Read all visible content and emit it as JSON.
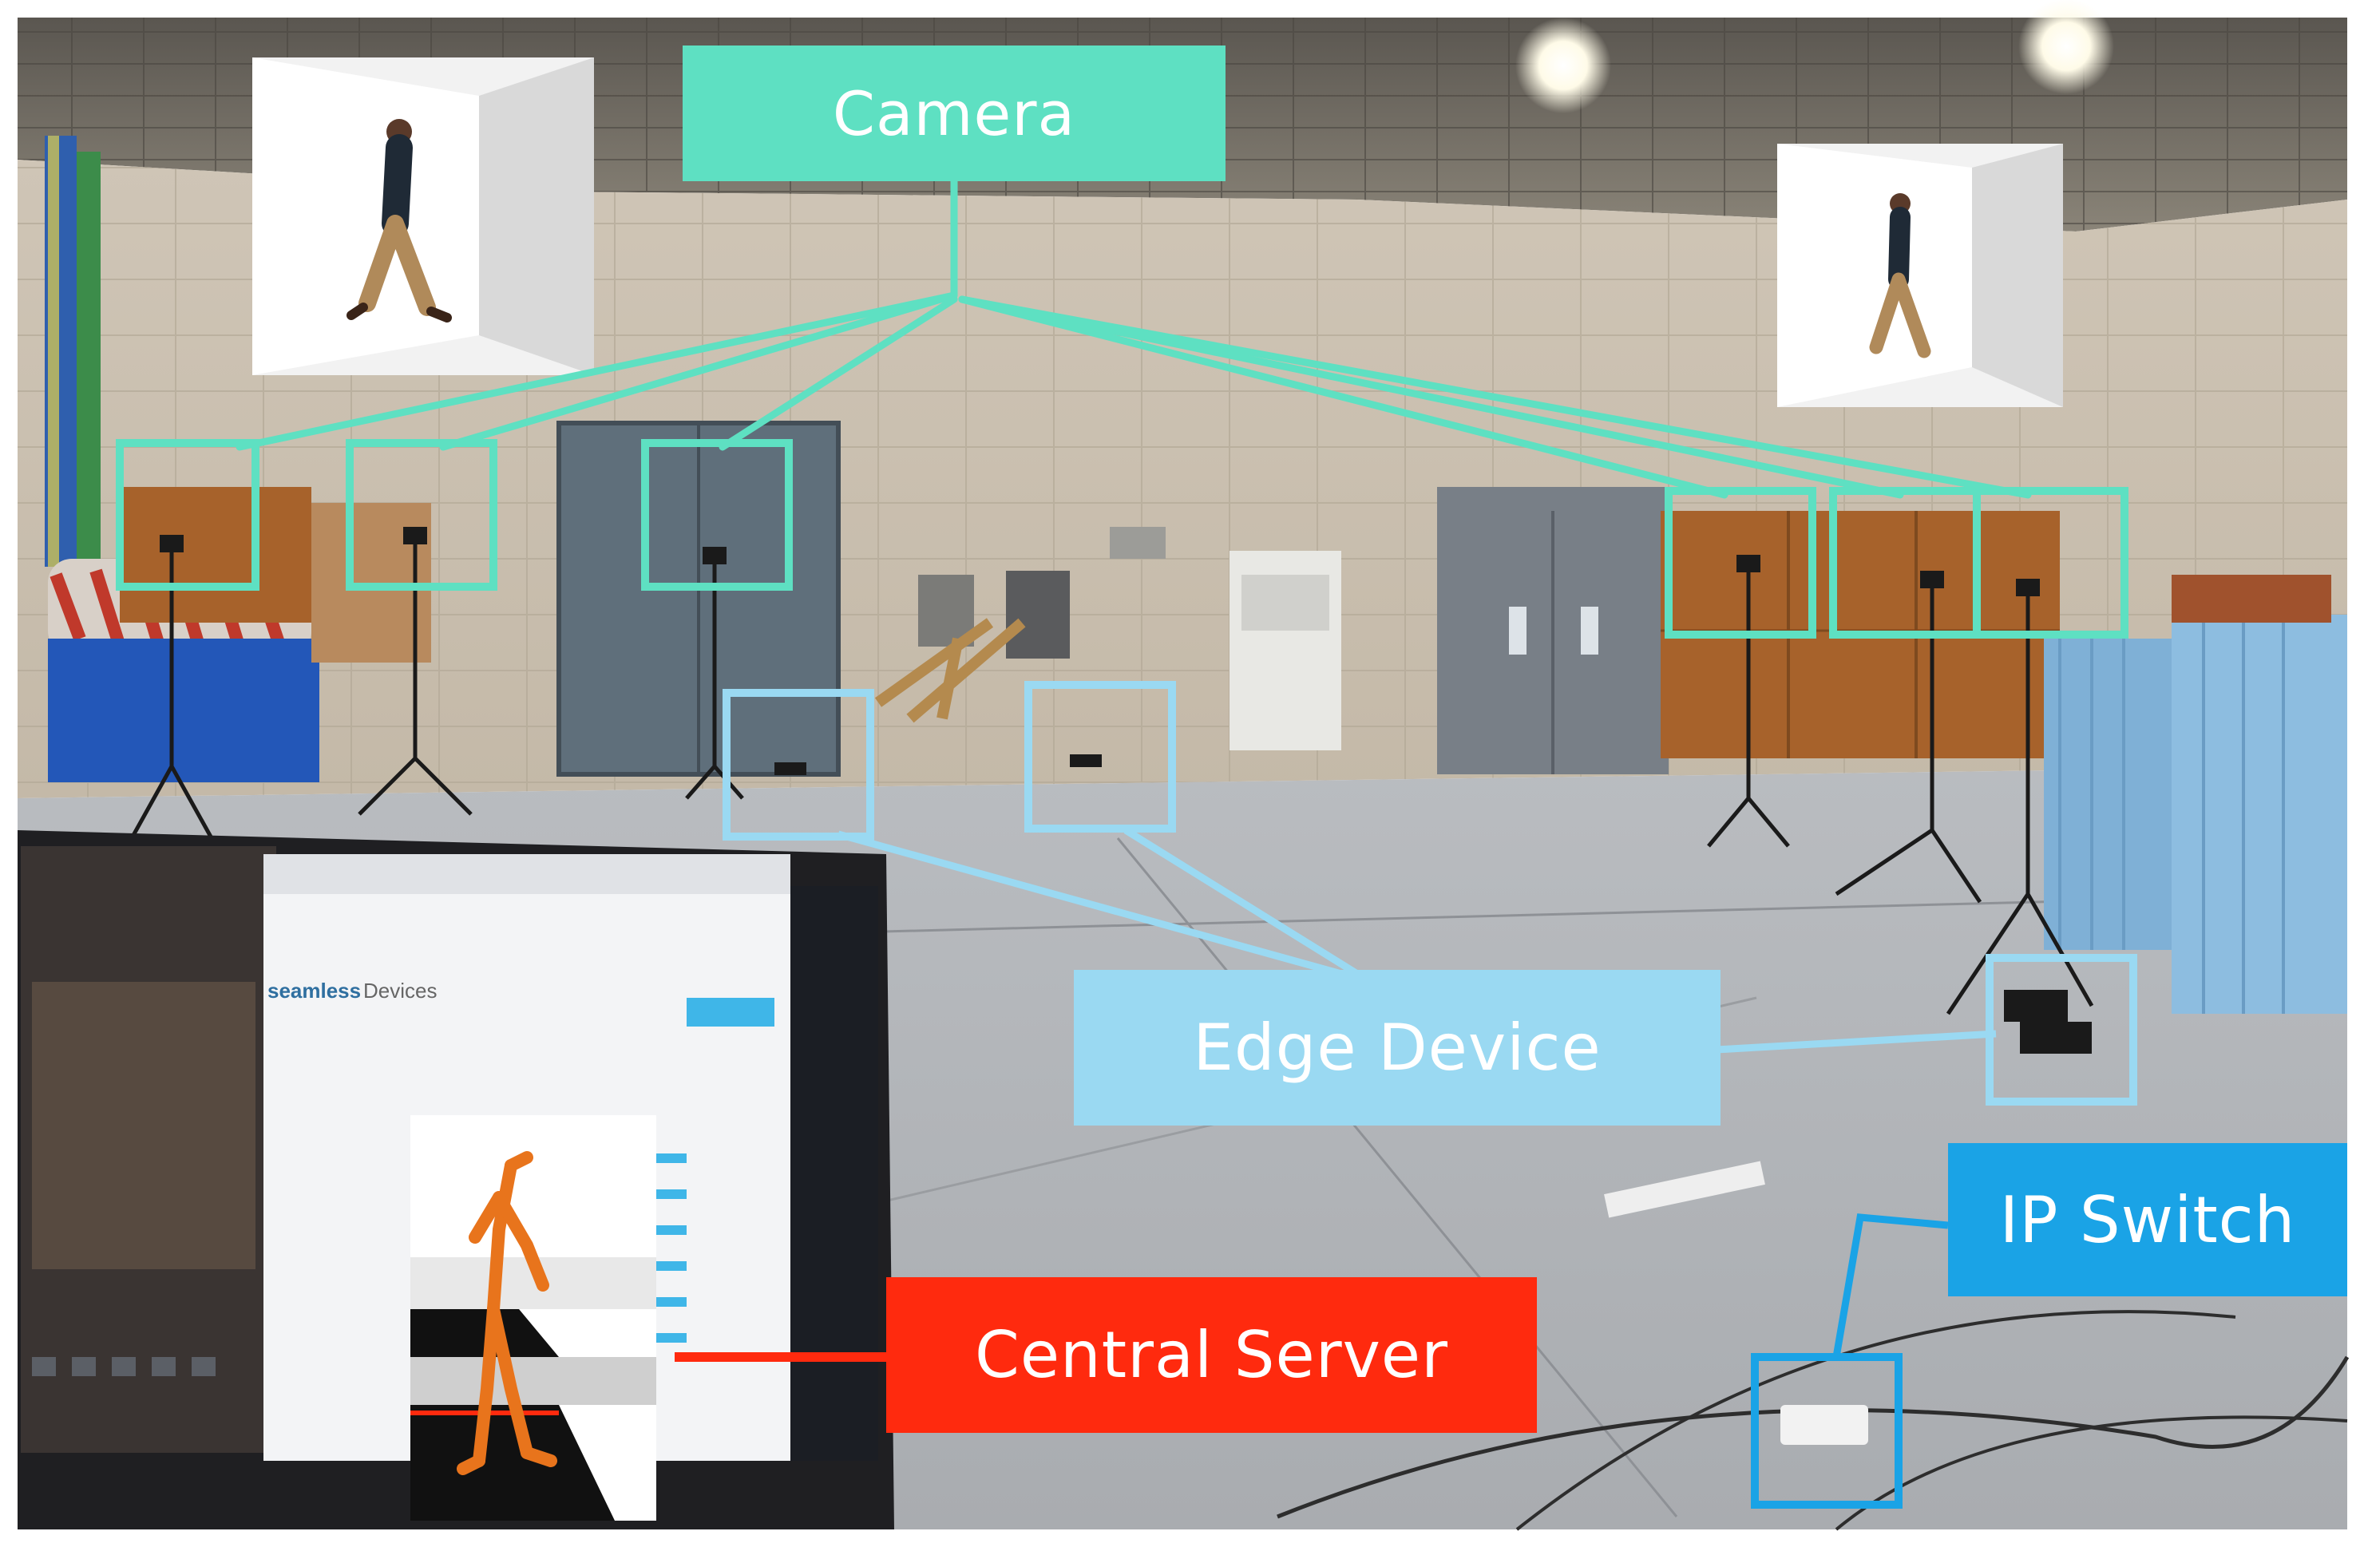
{
  "labels": {
    "camera": "Camera",
    "edge_device": "Edge Device",
    "ip_switch": "IP Switch",
    "central_server": "Central Server"
  },
  "monitor_ui": {
    "brand": "seamless",
    "section": "Devices"
  },
  "colors": {
    "camera": "#5ee0c2",
    "edge_device": "#9ad9f2",
    "ip_switch": "#1aa3e6",
    "central_server": "#ff2a0e",
    "walking_figure": "#e8741c"
  },
  "icons": [
    "walking-person-thumbnail",
    "tripod-camera",
    "ip-switch-device",
    "monitor",
    "stick-figure"
  ]
}
